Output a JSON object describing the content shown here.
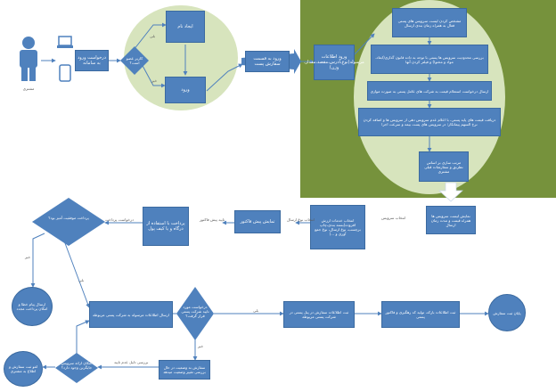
{
  "nodes": {
    "customer": "مشتری",
    "request_entry": "درخواست ورود به سامانه",
    "membership_q": "کاربر عضو است؟",
    "register": "ایجاد نام",
    "login": "ورود",
    "request_service": "ورود به قسمت سفارش پست",
    "enter_info": "ورود اطلاعات مرسوله(نوع،آدرس،مقصد،مقدار، وزن)",
    "g1": "مشخص کردن لیست سرویس های پستی فعال به همراه زمان بندی ارسال",
    "g2": "بررسی محدودیت سرویس ها پستی با توجه به داده قانون گذاری(ابعاد، مواد و محتوا) و فیلتر کردن آنها",
    "g3": "ارسال درخواست استعلام قیمت به شرکت های عامل پستی به صورت موازی",
    "g4": "دریافت قیمت های پایه پستی، با اعلام عدم سرویس دهی از سرویس ها و اضافه کردن نرخ السهم پیمانکار؛ در سرویس های پست بیمه و سرعت اجرا",
    "g5": "مرتب سازی بر اساس نظرنق و سفارشات قبلی مشتری",
    "show_list": "نمایش لیست سرویس ها همراه قیمت و مدت زمان ارسال",
    "choose_extras": "انتخاب خدمات ارزش افزوده(بسته بندی،چاپ برچسب، نوع ارسال، نوع جمع آوری و ...)",
    "confirm_invoice": "تمایش پیش فاکتور",
    "payment": "پرداخت با استفاده از درگاه و یا کیف پول",
    "payment_ok_q": "پرداخت موفقیت آمیز بود؟",
    "notify_failure": "ارسال پیام خطا و امکان پرداخت مجدد",
    "send_to_carrier": "ارسال اطلاعات مرسوله به شرکت پستی مربوطه",
    "order_accepted_q": "درخواست مورد تایید شرکت پستی قرار گرفت؟",
    "record_tracking": "ثبت اطلاعات سفارش در پنل پستی در شرکت پستی مربوطه",
    "register_tracking": "ثبت اطلاعات بارکد، تولید کد رهگیری و فاکتور پستی",
    "end": "پایان ثبت سفارش",
    "report_status": "سفارش به وضعیت در حال بررسی تغییر وضعیت میدهد",
    "alt_q": "امکان ارائه سرویس جایگزین وجود دارد؟",
    "cancel": "لغو ثبت سفارش و اطلاع به مشتری"
  },
  "labels": {
    "yes": "بلی",
    "no": "خیر",
    "no2": "خیر",
    "yes2": "بلی",
    "yes3": "بلی",
    "no3": "خیر",
    "e_invoice": "تایید پیش فاکتور",
    "e_pay": "درخواست پرداخت",
    "e_choice": "انتخاب نوع ارسال",
    "e_retry": "بررسی دلیل عدم تایید",
    "e_select": "انتخاب سرویس"
  },
  "colors": {
    "box": "#4f81bd",
    "green_panel": "#76923c",
    "pale_circle": "#d7e4bd",
    "arrow": "#4f81bd"
  }
}
